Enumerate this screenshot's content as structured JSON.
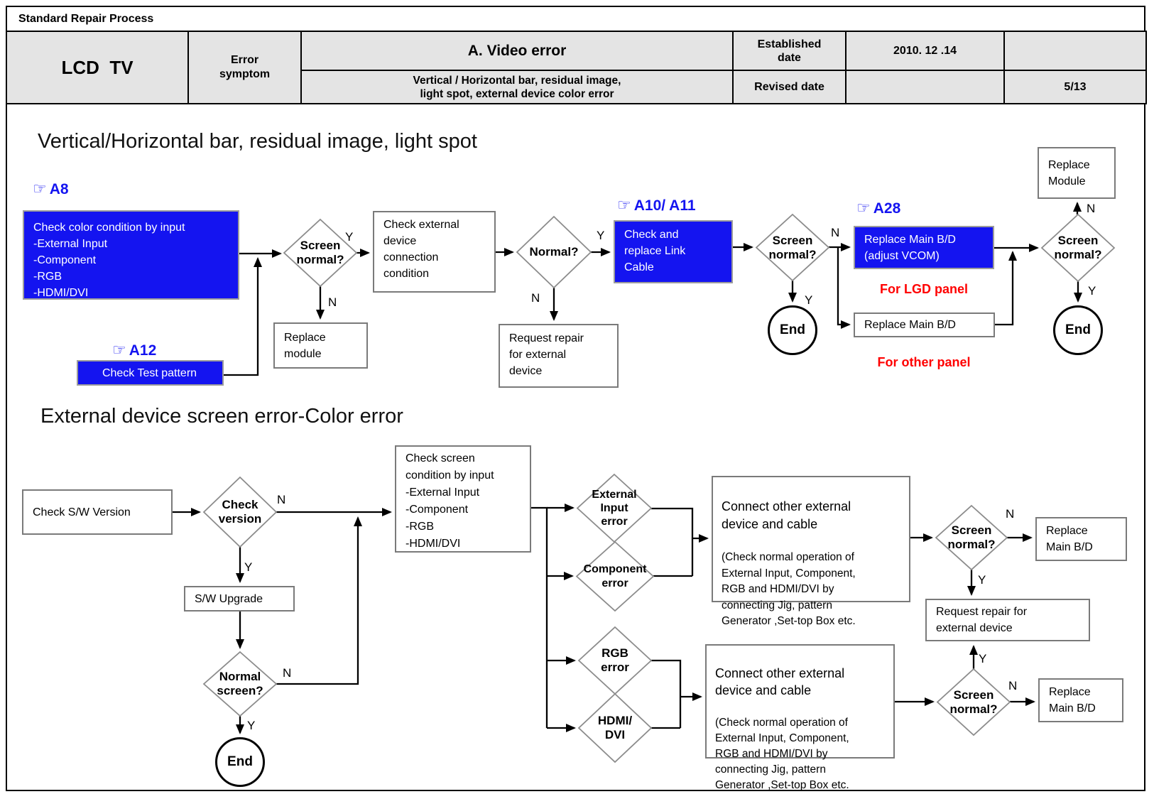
{
  "header": {
    "doc_title": "Standard Repair Process",
    "product": "LCD  TV",
    "error_symptom": "Error\nsymptom",
    "error_title": "A. Video error",
    "error_subtitle": "Vertical / Horizontal bar, residual image,\nlight spot, external device color error",
    "established_label": "Established\ndate",
    "established_value": "2010. 12 .14",
    "revised_label": "Revised date",
    "revised_value": "",
    "page": "5/13"
  },
  "icons": {
    "pointer": "☞"
  },
  "labels": {
    "yes": "Y",
    "no": "N"
  },
  "colors": {
    "process_blue": "#1414f0",
    "ref_blue": "#1414f0",
    "note_red": "#ff0000",
    "header_cell_bg": "#e4e4e4",
    "line_black": "#000000",
    "shape_border_gray": "#8c8c8c"
  },
  "s1": {
    "title": "Vertical/Horizontal bar, residual image, light spot",
    "ref_a8": "A8",
    "ref_a12": "A12",
    "ref_a10_a11": "A10/ A11",
    "ref_a28": "A28",
    "check_color": "Check color condition by input\n-External Input\n-Component\n-RGB\n-HDMI/DVI",
    "check_test_pattern": "Check Test pattern",
    "screen_normal_1": "Screen\nnormal?",
    "replace_module": "Replace\nmodule",
    "check_external_device": "Check external\ndevice\nconnection\ncondition",
    "normal_q": "Normal?",
    "request_repair": "Request repair\nfor external\ndevice",
    "check_replace_link": "Check and\nreplace Link\nCable",
    "screen_normal_2": "Screen\nnormal?",
    "end_1": "End",
    "replace_main_bd_vcom": "Replace Main B/D\n(adjust VCOM)",
    "for_lgd_panel": "For LGD panel",
    "replace_main_bd": "Replace Main B/D",
    "for_other_panel": "For other panel",
    "screen_normal_3": "Screen\nnormal?",
    "replace_module_2": "Replace\nModule",
    "end_2": "End"
  },
  "s2": {
    "title": "External device screen error-Color error",
    "check_sw_version": "Check S/W Version",
    "check_version": "Check\nversion",
    "sw_upgrade": "S/W Upgrade",
    "normal_screen": "Normal\nscreen?",
    "end_3": "End",
    "check_screen_condition": "Check screen\ncondition by input\n-External Input\n-Component\n-RGB\n-HDMI/DVI",
    "external_input_error": "External\nInput\nerror",
    "component_error": "Component\nerror",
    "rgb_error": "RGB\nerror",
    "hdmi_dvi": "HDMI/\nDVI",
    "connect_title": "Connect other external\ndevice and cable",
    "connect_body": "(Check normal operation of\nExternal Input, Component,\nRGB and HDMI/DVI by\nconnecting Jig, pattern\nGenerator ,Set-top Box etc.",
    "screen_normal_a": "Screen\nnormal?",
    "replace_main_bd_a": "Replace\nMain B/D",
    "request_repair_external": "Request repair for\nexternal device",
    "screen_normal_b": "Screen\nnormal?",
    "replace_main_bd_b": "Replace\nMain B/D"
  }
}
